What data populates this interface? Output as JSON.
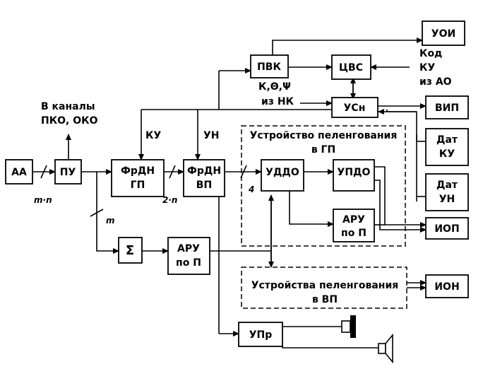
{
  "blocks": {
    "aa": "АА",
    "pu": "ПУ",
    "frdn_gp": [
      "ФрДН",
      "ГП"
    ],
    "frdn_vp": [
      "ФрДН",
      "ВП"
    ],
    "uddo": "УДДО",
    "updo": "УПДО",
    "aru_inner": [
      "АРУ",
      "по П"
    ],
    "aru_outer": [
      "АРУ",
      "по П"
    ],
    "sum": "Σ",
    "pvk": "ПВК",
    "tsvs": "ЦВС",
    "usn": "УСн",
    "uoi": "УОИ",
    "vip": "ВИП",
    "dat_ku": [
      "Дат",
      "КУ"
    ],
    "dat_un": [
      "Дат",
      "УН"
    ],
    "iop": "ИОП",
    "ion": "ИОН",
    "upr": "УПр"
  },
  "groups": {
    "gp": [
      "Устройство пеленгования",
      "в  ГП"
    ],
    "vp": [
      "Устройства пеленгования",
      "в  ВП"
    ]
  },
  "labels": {
    "channels": [
      "В каналы",
      "ПКО, ОКО"
    ],
    "ku": "КУ",
    "un": "УН",
    "k_theta_psi": "К,Θ,Ψ",
    "from_nk": "из НК",
    "code_ku_ao": [
      "Код",
      "КУ",
      "из АО"
    ],
    "mn": "m·n",
    "two_n": "2·n",
    "four": "4",
    "m": "m"
  }
}
